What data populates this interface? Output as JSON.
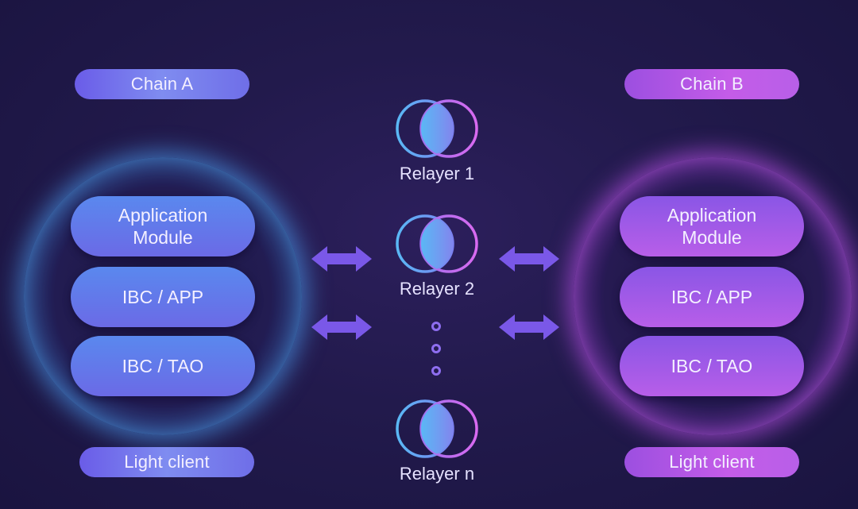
{
  "chain_a": {
    "label": "Chain A",
    "modules": [
      "Application\nModule",
      "IBC / APP",
      "IBC / TAO"
    ],
    "light_client": "Light client"
  },
  "chain_b": {
    "label": "Chain B",
    "modules": [
      "Application\nModule",
      "IBC / APP",
      "IBC / TAO"
    ],
    "light_client": "Light client"
  },
  "relayers": [
    {
      "name": "Relayer 1"
    },
    {
      "name": "Relayer 2"
    },
    {
      "name": "Relayer n"
    }
  ],
  "colors": {
    "chain_a_glow": "#4aa8f0",
    "chain_b_glow": "#d060f0",
    "arrow": "#7a58e8",
    "background": "#221a4c"
  }
}
